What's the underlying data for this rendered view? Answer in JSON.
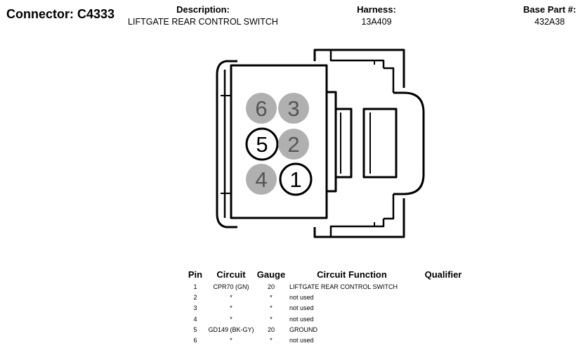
{
  "header": {
    "connector": "Connector: C4333",
    "description_label": "Description:",
    "description": "LIFTGATE REAR CONTROL SWITCH",
    "harness_label": "Harness:",
    "harness": "13A409",
    "base_part_label": "Base Part #:",
    "base_part": "432A38"
  },
  "diagram": {
    "pins": [
      {
        "label": "6",
        "state": "not used"
      },
      {
        "label": "3",
        "state": "not used"
      },
      {
        "label": "5",
        "state": "used"
      },
      {
        "label": "2",
        "state": "not used"
      },
      {
        "label": "4",
        "state": "not used"
      },
      {
        "label": "1",
        "state": "used"
      }
    ],
    "colors": {
      "used_fill": "#ffffff",
      "unused_fill": "#b0b0b0",
      "used_text": "#000000",
      "unused_text": "#555555",
      "outline": "#000000"
    }
  },
  "table": {
    "headers": {
      "pin": "Pin",
      "circuit": "Circuit",
      "gauge": "Gauge",
      "function": "Circuit Function",
      "qualifier": "Qualifier"
    },
    "rows": [
      {
        "pin": "1",
        "circuit": "CPR70 (GN)",
        "gauge": "20",
        "function": "LIFTGATE REAR CONTROL SWITCH",
        "qualifier": ""
      },
      {
        "pin": "2",
        "circuit": "*",
        "gauge": "*",
        "function": "not used",
        "qualifier": ""
      },
      {
        "pin": "3",
        "circuit": "*",
        "gauge": "*",
        "function": "not used",
        "qualifier": ""
      },
      {
        "pin": "4",
        "circuit": "*",
        "gauge": "*",
        "function": "not used",
        "qualifier": ""
      },
      {
        "pin": "5",
        "circuit": "GD149 (BK-GY)",
        "gauge": "20",
        "function": "GROUND",
        "qualifier": ""
      },
      {
        "pin": "6",
        "circuit": "*",
        "gauge": "*",
        "function": "not used",
        "qualifier": ""
      }
    ]
  }
}
